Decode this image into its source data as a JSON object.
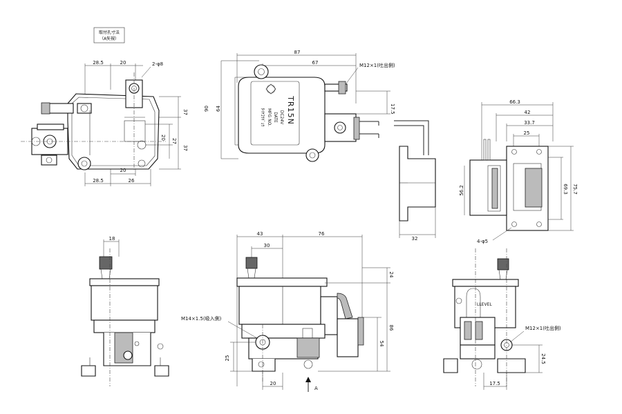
{
  "notes": {
    "mounting_title_line1": "取付孔寸法",
    "mounting_title_line2": "（A矢視）",
    "thread_outlet_1": "M12×1(吐出側)",
    "thread_outlet_2": "M12×1(吐出側)",
    "thread_inlet": "M14×1.5(吸入側)",
    "hole_2": "2-φ8",
    "hole_4": "4-φ5",
    "arrow_label": "A",
    "level_label": "LLEVEL",
    "model_label": "TR15N",
    "plate_lines": [
      "ﾀｲﾔｺｳｷﾞｮｳ",
      "MFG NO.",
      "DATE",
      "DC24V"
    ]
  },
  "dimensions": {
    "top_view": [
      "28.5",
      "20",
      "2-φ8",
      "37",
      "37",
      "20",
      "27",
      "20",
      "28.5",
      "26"
    ],
    "pump_top": [
      "87",
      "67",
      "90",
      "64",
      "17.5"
    ],
    "side_block": [
      "32"
    ],
    "bracket": [
      "66.3",
      "42",
      "33.7",
      "25",
      "56.2",
      "69.3",
      "75.7"
    ],
    "left_front": [
      "18"
    ],
    "front": [
      "43",
      "76",
      "30",
      "24",
      "86",
      "54",
      "25",
      "20"
    ],
    "right_side": [
      "24.5",
      "17.5"
    ]
  }
}
